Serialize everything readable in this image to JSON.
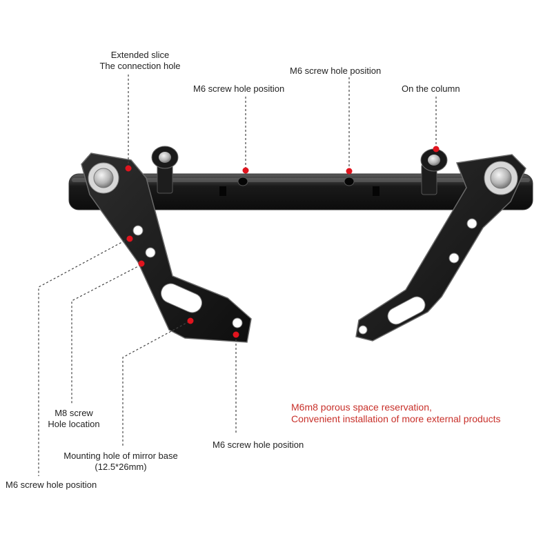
{
  "labels": {
    "extended_slice_line1": "Extended slice",
    "extended_slice_line2": "The connection hole",
    "m6_top_right": "M6 screw hole position",
    "m6_top_center": "M6 screw hole position",
    "on_the_column": "On the column",
    "m8_line1": "M8 screw",
    "m8_line2": "Hole location",
    "mirror_base_line1": "Mounting hole of mirror base",
    "mirror_base_line2": "(12.5*26mm)",
    "m6_bottom_center": "M6 screw hole position",
    "m6_bottom_left": "M6 screw hole position",
    "callout_line1": "M6m8 porous space reservation,",
    "callout_line2": "Convenient installation of more external products"
  },
  "colors": {
    "marker": "#e0141e",
    "metal_dark": "#141414",
    "metal_mid": "#2b2b2b",
    "metal_edge": "#6a6a6a",
    "leader": "#444444",
    "callout_text": "#c8302a"
  }
}
